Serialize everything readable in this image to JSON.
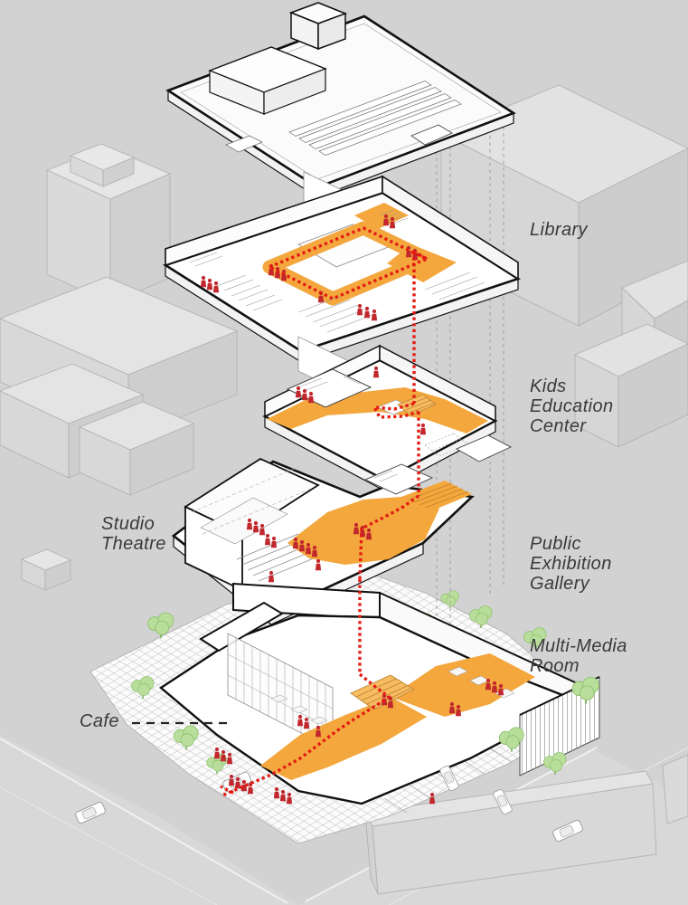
{
  "page": {
    "title": "Exploded axonometric building program diagram",
    "background_color": "#d2d2d2"
  },
  "labels": {
    "library": "Library",
    "kids_education_center": "Kids\nEducation\nCenter",
    "studio_theatre": "Studio\nTheatre",
    "public_exhibition_gallery": "Public\nExhibition\nGallery",
    "multi_media_room": "Multi-Media\nRoom",
    "cafe": "Cafe"
  },
  "floors_top_to_bottom": [
    "Roof",
    "Library",
    "Kids Education Center",
    "Studio Theatre / Public Exhibition Gallery",
    "Multi-Media Room / Cafe (ground level)"
  ],
  "colors": {
    "background_gray": "#d2d2d2",
    "circulation_orange": "#f3a73d",
    "route_red": "#e41b13",
    "people_red": "#c1272d",
    "tree_green": "#b9dd9a",
    "context_building_gray": "#dcdcdc",
    "outline_black": "#111111"
  },
  "elements": {
    "route_legend": "red dotted visitor circulation path through all floors",
    "orange_legend": "orange highlighted public circulation zones",
    "figures_legend": "red human silhouettes",
    "context_legend": "gray context blocks, streets, parked cars, green trees",
    "plaza_legend": "cross-hatched ground plaza"
  }
}
